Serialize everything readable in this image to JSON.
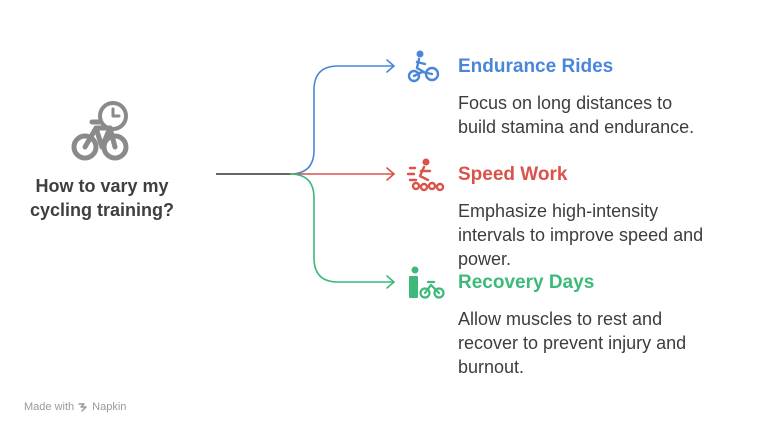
{
  "question": {
    "line1": "How to vary my",
    "line2": "cycling training?"
  },
  "branches": [
    {
      "title": "Endurance Rides",
      "desc1": "Focus on long distances to",
      "desc2": "build stamina and endurance.",
      "desc3": "",
      "color": "#4a86d9",
      "icon": "cyclist-icon"
    },
    {
      "title": "Speed Work",
      "desc1": "Emphasize high-intensity",
      "desc2": "intervals to improve speed and",
      "desc3": "power.",
      "color": "#d9534a",
      "icon": "sprinting-cyclist-icon"
    },
    {
      "title": "Recovery Days",
      "desc1": "Allow muscles to rest and",
      "desc2": "recover to prevent injury and",
      "desc3": "burnout.",
      "color": "#3db97a",
      "icon": "resting-cyclist-icon"
    }
  ],
  "footer": {
    "made_with": "Made with",
    "brand": "Napkin"
  },
  "colors": {
    "stem": "#333333",
    "central_icon": "#8a8a8a"
  }
}
